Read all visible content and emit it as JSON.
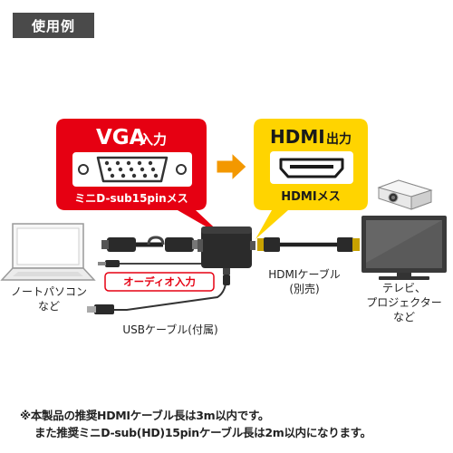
{
  "header": {
    "tag_label": "使用例"
  },
  "callouts": {
    "vga": {
      "title_main": "VGA",
      "title_sub": "入力",
      "connector_label": "ミニD-sub15pinメス",
      "color": "#e60012"
    },
    "hdmi": {
      "title_main": "HDMI",
      "title_sub": "出力",
      "connector_label": "HDMIメス",
      "color": "#ffd400"
    }
  },
  "labels": {
    "laptop": [
      "ノートパソコン",
      "など"
    ],
    "audio_input": "オーディオ入力",
    "usb_cable": "USBケーブル(付属)",
    "hdmi_cable": [
      "HDMIケーブル",
      "(別売)"
    ],
    "display": [
      "テレビ、",
      "プロジェクター",
      "など"
    ]
  },
  "footnote": {
    "line1": "※本製品の推奨HDMIケーブル長は3m以内です。",
    "line2": "また推奨ミニD-sub(HD)15pinケーブル長は2m以内になります。"
  }
}
